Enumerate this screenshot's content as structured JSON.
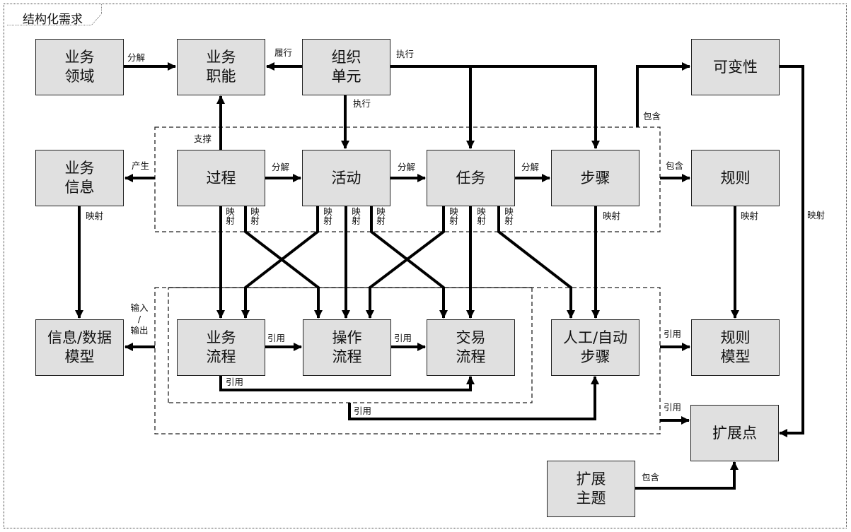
{
  "title": "结构化需求",
  "boxes": {
    "business_domain": "业务\n领域",
    "business_function": "业务\n职能",
    "org_unit": "组织\n单元",
    "variability": "可变性",
    "business_info": "业务\n信息",
    "process": "过程",
    "activity": "活动",
    "task": "任务",
    "step": "步骤",
    "rule": "规则",
    "info_data_model": "信息/数据\n模型",
    "business_flow": "业务\n流程",
    "operation_flow": "操作\n流程",
    "transaction_flow": "交易\n流程",
    "manual_auto_step": "人工/自动\n步骤",
    "rule_model": "规则\n模型",
    "extension_point": "扩展点",
    "extension_topic": "扩展\n主题"
  },
  "edge_labels": {
    "decompose": "分解",
    "perform": "履行",
    "execute": "执行",
    "support": "支撑",
    "produce": "产生",
    "contain": "包含",
    "map": "映射",
    "reference": "引用",
    "input": "输入",
    "slash": "/",
    "output": "输出"
  }
}
